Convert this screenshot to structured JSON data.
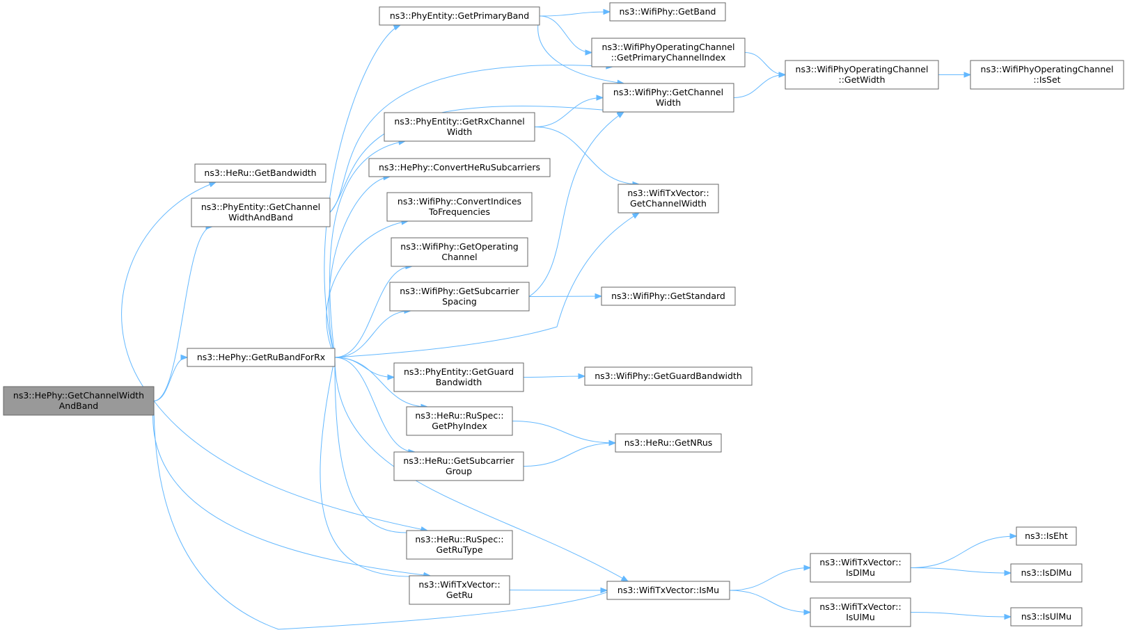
{
  "graph": {
    "nodes": [
      {
        "id": "root",
        "lines": [
          "ns3::HePhy::GetChannelWidth",
          "AndBand"
        ],
        "root": true
      },
      {
        "id": "heru_getbandwidth",
        "lines": [
          "ns3::HeRu::GetBandwidth"
        ]
      },
      {
        "id": "phyentity_getchannelwidthandband",
        "lines": [
          "ns3::PhyEntity::GetChannel",
          "WidthAndBand"
        ]
      },
      {
        "id": "hephy_getrubandforrx",
        "lines": [
          "ns3::HePhy::GetRuBandForRx"
        ]
      },
      {
        "id": "phyentity_getprimaryband",
        "lines": [
          "ns3::PhyEntity::GetPrimaryBand"
        ]
      },
      {
        "id": "phyentity_getrxchannelwidth",
        "lines": [
          "ns3::PhyEntity::GetRxChannel",
          "Width"
        ]
      },
      {
        "id": "hephy_convertherusubcarriers",
        "lines": [
          "ns3::HePhy::ConvertHeRuSubcarriers"
        ]
      },
      {
        "id": "wifiphy_convertindicestofrequencies",
        "lines": [
          "ns3::WifiPhy::ConvertIndices",
          "ToFrequencies"
        ]
      },
      {
        "id": "wifiphy_getoperatingchannel",
        "lines": [
          "ns3::WifiPhy::GetOperating",
          "Channel"
        ]
      },
      {
        "id": "wifiphy_getsubcarrierspacing",
        "lines": [
          "ns3::WifiPhy::GetSubcarrier",
          "Spacing"
        ]
      },
      {
        "id": "phyentity_getguardbandwidth",
        "lines": [
          "ns3::PhyEntity::GetGuard",
          "Bandwidth"
        ]
      },
      {
        "id": "heru_ruspec_getphyindex",
        "lines": [
          "ns3::HeRu::RuSpec::",
          "GetPhyIndex"
        ]
      },
      {
        "id": "heru_getsubcarriergroup",
        "lines": [
          "ns3::HeRu::GetSubcarrier",
          "Group"
        ]
      },
      {
        "id": "heru_ruspec_getrutype",
        "lines": [
          "ns3::HeRu::RuSpec::",
          "GetRuType"
        ]
      },
      {
        "id": "wifitxvector_getru",
        "lines": [
          "ns3::WifiTxVector::",
          "GetRu"
        ]
      },
      {
        "id": "wifiphy_getband",
        "lines": [
          "ns3::WifiPhy::GetBand"
        ]
      },
      {
        "id": "wifiphyoperatingchannel_getprimarychannelindex",
        "lines": [
          "ns3::WifiPhyOperatingChannel",
          "::GetPrimaryChannelIndex"
        ]
      },
      {
        "id": "wifiphy_getchannelwidth",
        "lines": [
          "ns3::WifiPhy::GetChannel",
          "Width"
        ]
      },
      {
        "id": "wifitxvector_getchannelwidth",
        "lines": [
          "ns3::WifiTxVector::",
          "GetChannelWidth"
        ]
      },
      {
        "id": "wifiphy_getstandard",
        "lines": [
          "ns3::WifiPhy::GetStandard"
        ]
      },
      {
        "id": "wifiphy_getguardbandwidth",
        "lines": [
          "ns3::WifiPhy::GetGuardBandwidth"
        ]
      },
      {
        "id": "heru_getnrus",
        "lines": [
          "ns3::HeRu::GetNRus"
        ]
      },
      {
        "id": "wifitxvector_ismu",
        "lines": [
          "ns3::WifiTxVector::IsMu"
        ]
      },
      {
        "id": "wifiphyoperatingchannel_getwidth",
        "lines": [
          "ns3::WifiPhyOperatingChannel",
          "::GetWidth"
        ]
      },
      {
        "id": "wifitxvector_isdlmu",
        "lines": [
          "ns3::WifiTxVector::",
          "IsDlMu"
        ]
      },
      {
        "id": "wifitxvector_isulmu",
        "lines": [
          "ns3::WifiTxVector::",
          "IsUlMu"
        ]
      },
      {
        "id": "wifiphyoperatingchannel_isset",
        "lines": [
          "ns3::WifiPhyOperatingChannel",
          "::IsSet"
        ]
      },
      {
        "id": "iseht",
        "lines": [
          "ns3::IsEht"
        ]
      },
      {
        "id": "isdlmu",
        "lines": [
          "ns3::IsDlMu"
        ]
      },
      {
        "id": "isulmu",
        "lines": [
          "ns3::IsUlMu"
        ]
      }
    ],
    "edges": [
      [
        "root",
        "heru_getbandwidth"
      ],
      [
        "root",
        "phyentity_getchannelwidthandband"
      ],
      [
        "root",
        "hephy_getrubandforrx"
      ],
      [
        "root",
        "heru_ruspec_getrutype"
      ],
      [
        "root",
        "wifitxvector_getru"
      ],
      [
        "root",
        "wifitxvector_ismu"
      ],
      [
        "phyentity_getchannelwidthandband",
        "wifiphyoperatingchannel_getprimarychannelindex"
      ],
      [
        "phyentity_getchannelwidthandband",
        "wifiphy_getchannelwidth"
      ],
      [
        "hephy_getrubandforrx",
        "phyentity_getprimaryband"
      ],
      [
        "hephy_getrubandforrx",
        "phyentity_getrxchannelwidth"
      ],
      [
        "hephy_getrubandforrx",
        "hephy_convertherusubcarriers"
      ],
      [
        "hephy_getrubandforrx",
        "wifiphy_convertindicestofrequencies"
      ],
      [
        "hephy_getrubandforrx",
        "wifiphy_getoperatingchannel"
      ],
      [
        "hephy_getrubandforrx",
        "wifiphy_getsubcarrierspacing"
      ],
      [
        "hephy_getrubandforrx",
        "wifitxvector_getchannelwidth"
      ],
      [
        "hephy_getrubandforrx",
        "phyentity_getguardbandwidth"
      ],
      [
        "hephy_getrubandforrx",
        "heru_ruspec_getphyindex"
      ],
      [
        "hephy_getrubandforrx",
        "heru_getsubcarriergroup"
      ],
      [
        "hephy_getrubandforrx",
        "heru_ruspec_getrutype"
      ],
      [
        "hephy_getrubandforrx",
        "wifitxvector_getru"
      ],
      [
        "hephy_getrubandforrx",
        "wifitxvector_ismu"
      ],
      [
        "phyentity_getprimaryband",
        "wifiphy_getband"
      ],
      [
        "phyentity_getprimaryband",
        "wifiphyoperatingchannel_getprimarychannelindex"
      ],
      [
        "phyentity_getprimaryband",
        "wifiphy_getchannelwidth"
      ],
      [
        "phyentity_getrxchannelwidth",
        "wifiphy_getchannelwidth"
      ],
      [
        "phyentity_getrxchannelwidth",
        "wifitxvector_getchannelwidth"
      ],
      [
        "wifiphy_getsubcarrierspacing",
        "wifiphy_getchannelwidth"
      ],
      [
        "wifiphy_getsubcarrierspacing",
        "wifiphy_getstandard"
      ],
      [
        "phyentity_getguardbandwidth",
        "wifiphy_getguardbandwidth"
      ],
      [
        "heru_ruspec_getphyindex",
        "heru_getnrus"
      ],
      [
        "heru_getsubcarriergroup",
        "heru_getnrus"
      ],
      [
        "wifitxvector_getru",
        "wifitxvector_ismu"
      ],
      [
        "wifiphyoperatingchannel_getprimarychannelindex",
        "wifiphyoperatingchannel_getwidth"
      ],
      [
        "wifiphy_getchannelwidth",
        "wifiphyoperatingchannel_getwidth"
      ],
      [
        "wifiphyoperatingchannel_getwidth",
        "wifiphyoperatingchannel_isset"
      ],
      [
        "wifitxvector_ismu",
        "wifitxvector_isdlmu"
      ],
      [
        "wifitxvector_ismu",
        "wifitxvector_isulmu"
      ],
      [
        "wifitxvector_isdlmu",
        "iseht"
      ],
      [
        "wifitxvector_isdlmu",
        "isdlmu"
      ],
      [
        "wifitxvector_isulmu",
        "isulmu"
      ]
    ]
  }
}
